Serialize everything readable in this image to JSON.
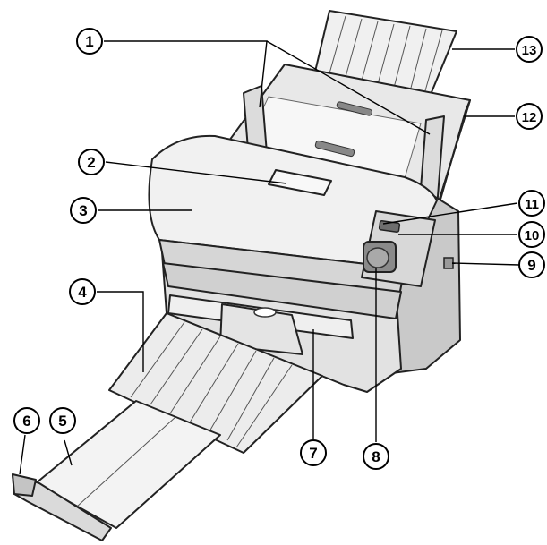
{
  "colors": {
    "body": "#e6e6e6",
    "body_light": "#f2f2f2",
    "body_dark": "#b9b9b9",
    "outline": "#222222",
    "button": "#8d8d8d"
  },
  "callouts": [
    {
      "id": "1",
      "label": "1"
    },
    {
      "id": "2",
      "label": "2"
    },
    {
      "id": "3",
      "label": "3"
    },
    {
      "id": "4",
      "label": "4"
    },
    {
      "id": "5",
      "label": "5"
    },
    {
      "id": "6",
      "label": "6"
    },
    {
      "id": "7",
      "label": "7"
    },
    {
      "id": "8",
      "label": "8"
    },
    {
      "id": "9",
      "label": "9"
    },
    {
      "id": "10",
      "label": "10"
    },
    {
      "id": "11",
      "label": "11"
    },
    {
      "id": "12",
      "label": "12"
    },
    {
      "id": "13",
      "label": "13"
    }
  ]
}
